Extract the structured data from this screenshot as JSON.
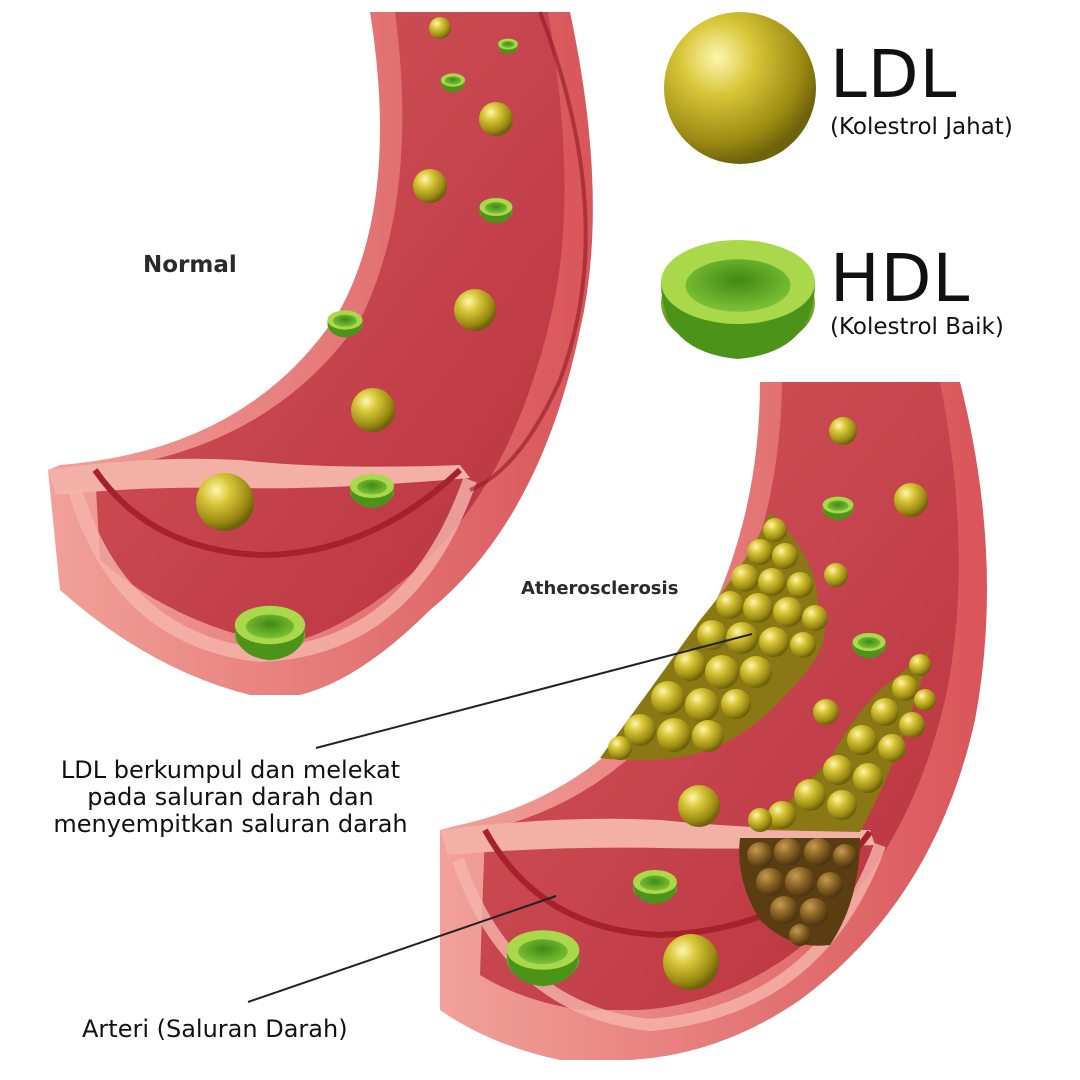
{
  "legend": {
    "ldl": {
      "name": "LDL",
      "desc": "(Kolestrol Jahat)"
    },
    "hdl": {
      "name": "HDL",
      "desc": "(Kolestrol Baik)"
    }
  },
  "panels": {
    "normal": "Normal",
    "atherosclerosis": "Atherosclerosis"
  },
  "callouts": {
    "plaque": [
      "LDL berkumpul dan melekat",
      "pada saluran darah dan",
      "menyempitkan saluran darah"
    ],
    "artery": "Arteri (Saluran Darah)"
  },
  "colors": {
    "artery_wall": "#e06a6a",
    "artery_lumen": "#c9424c",
    "ldl": "#c4b223",
    "hdl": "#6fb42a",
    "plaque_dark": "#8a6a22"
  }
}
